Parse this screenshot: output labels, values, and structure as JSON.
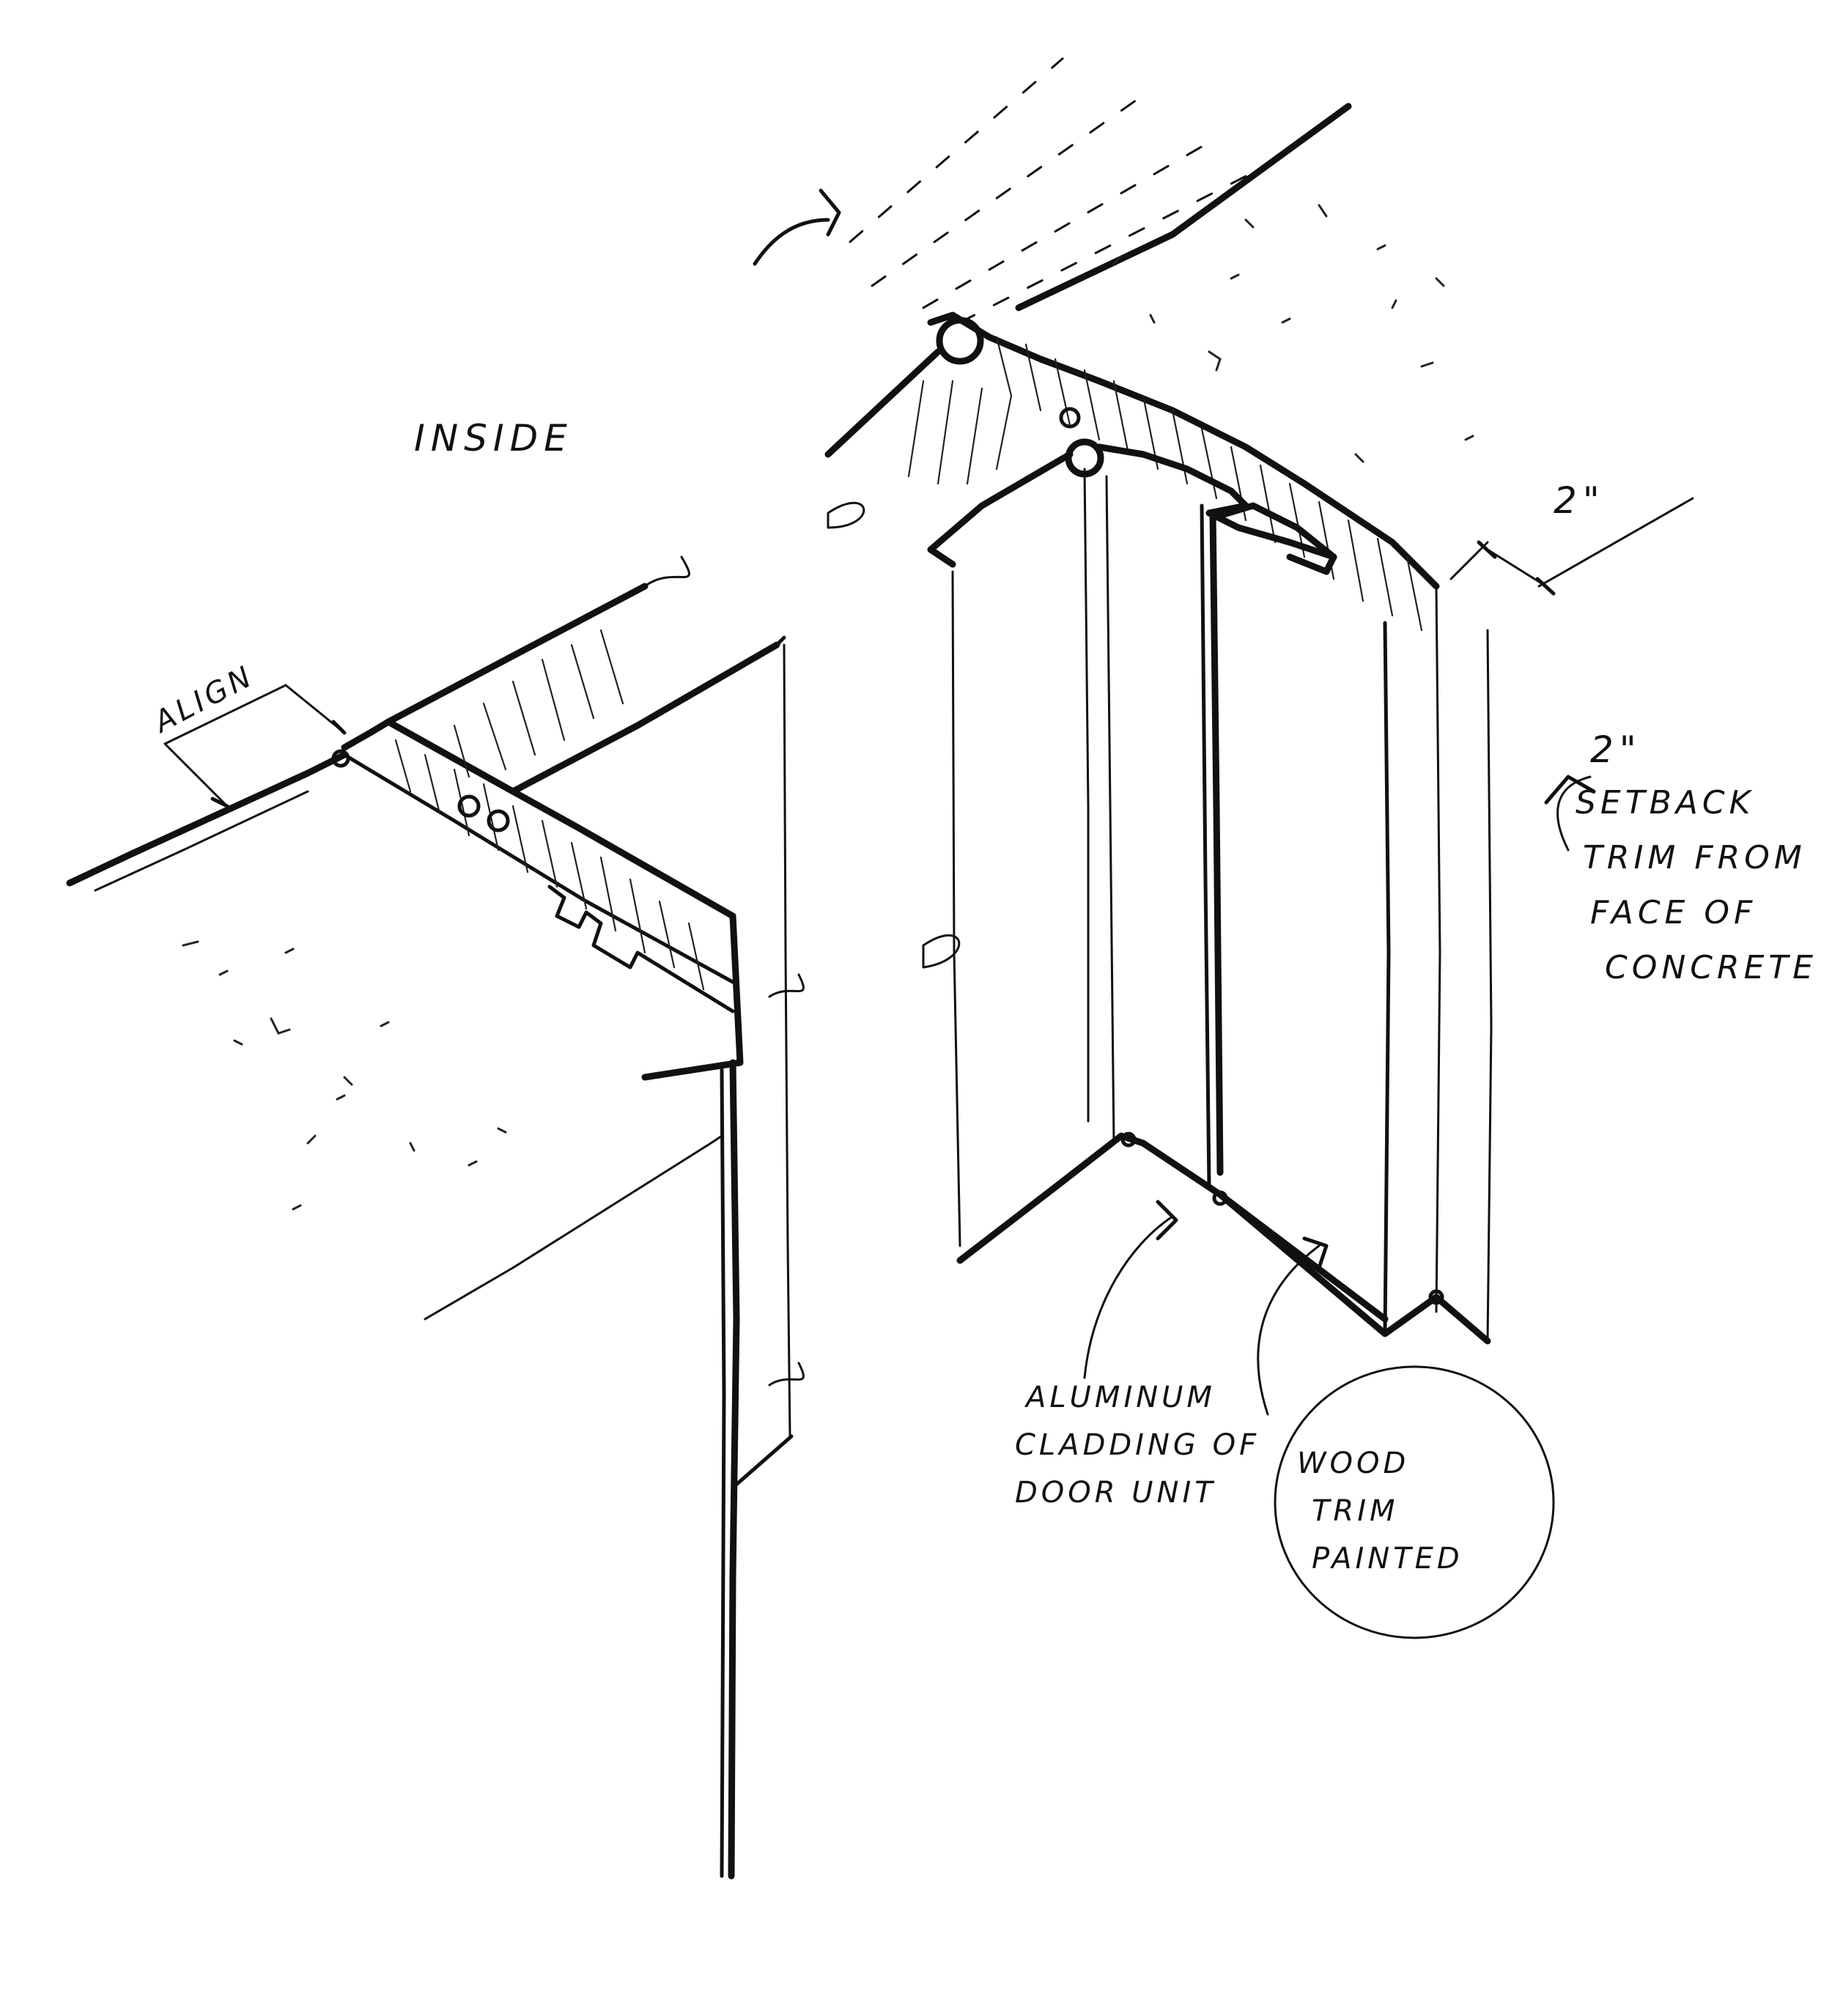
{
  "labels": {
    "inside": "INSIDE",
    "align": "ALIGN",
    "dimension_top": "2\"",
    "dimension_side": "2\"",
    "setback": [
      "SETBACK",
      "TRIM FROM",
      "FACE OF",
      "CONCRETE"
    ],
    "aluminum": [
      "ALUMINUM",
      "CLADDING OF",
      "DOOR UNIT"
    ],
    "wood": [
      "WOOD",
      "TRIM",
      "PAINTED"
    ]
  }
}
